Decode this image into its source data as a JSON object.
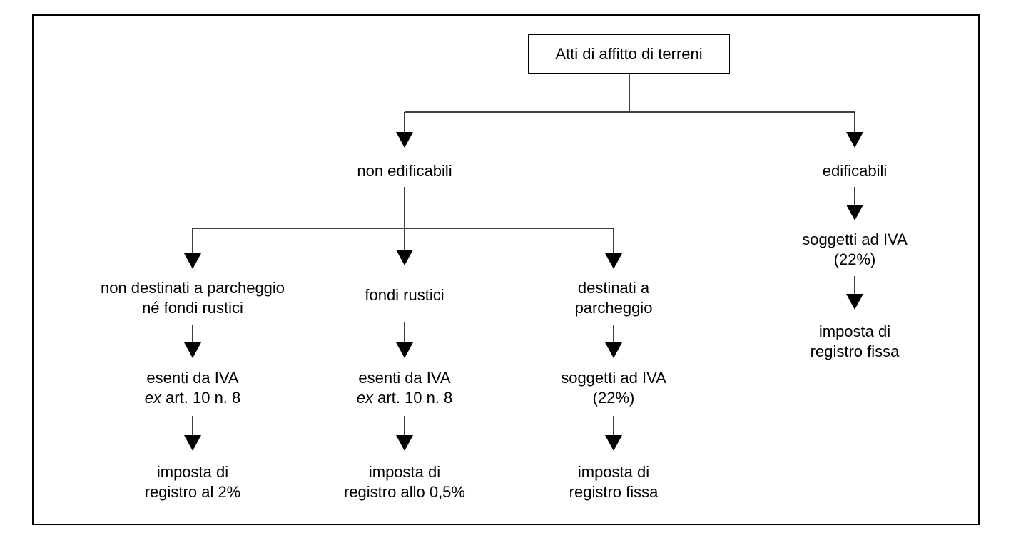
{
  "diagram": {
    "root": "Atti di affitto di terreni",
    "branches": {
      "non_edificabili": {
        "label": "non edificabili",
        "columns": {
          "non_destinati": {
            "line1": "non destinati a parcheggio",
            "line2": "né fondi rustici",
            "tax_line1": "esenti da IVA",
            "tax_ex": "ex",
            "tax_line2_rest": " art. 10 n. 8",
            "reg_line1": "imposta di",
            "reg_line2": "registro al 2%"
          },
          "fondi_rustici": {
            "line1": "fondi rustici",
            "tax_line1": "esenti da IVA",
            "tax_ex": "ex",
            "tax_line2_rest": " art. 10 n. 8",
            "reg_line1": "imposta di",
            "reg_line2": "registro allo 0,5%"
          },
          "destinati_parcheggio": {
            "line1": "destinati a",
            "line2": "parcheggio",
            "tax_line1": "soggetti ad IVA",
            "tax_line2": "(22%)",
            "reg_line1": "imposta di",
            "reg_line2": "registro fissa"
          }
        }
      },
      "edificabili": {
        "label": "edificabili",
        "tax_line1": "soggetti ad IVA",
        "tax_line2": "(22%)",
        "reg_line1": "imposta di",
        "reg_line2": "registro fissa"
      }
    }
  }
}
